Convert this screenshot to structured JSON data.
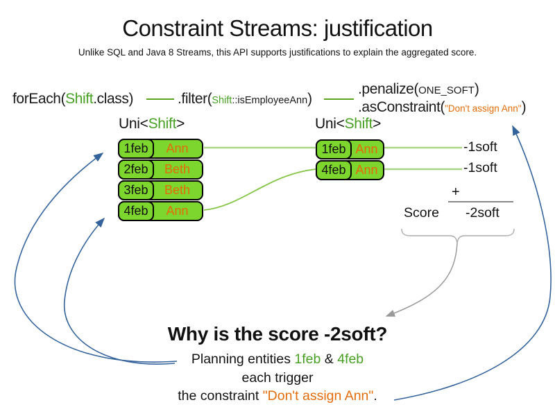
{
  "title": "Constraint Streams: justification",
  "subtitle": "Unlike SQL and Java 8 Streams, this API supports justifications to explain the aggregated score.",
  "colors": {
    "code_green": "#47a024",
    "orange": "#e36c0a",
    "box_fill": "#7cd62e",
    "box_border": "#000000",
    "stream_connector_green": "#a9d584",
    "code_connector_green": "#5aa41e",
    "arrow_blue": "#34639c",
    "arrow_gray": "#999999"
  },
  "code": {
    "foreach": {
      "pre": "forEach(",
      "class_name": "Shift",
      "post": ".class)"
    },
    "filter": {
      "pre": ".filter(",
      "arg_class": "Shift",
      "arg_rest": "::isEmployeeAnn",
      "post": ")"
    },
    "penalize": {
      "pre": ".penalize(",
      "arg": "ONE_SOFT",
      "post": ")"
    },
    "as_constraint": {
      "pre": ".asConstraint(",
      "arg": "\"Don't assign Ann\"",
      "post": ")"
    }
  },
  "left_stream": {
    "header": {
      "pre": "Uni<",
      "type": "Shift",
      "post": ">"
    },
    "rows": [
      {
        "date": "1feb",
        "employee": "Ann"
      },
      {
        "date": "2feb",
        "employee": "Beth"
      },
      {
        "date": "3feb",
        "employee": "Beth"
      },
      {
        "date": "4feb",
        "employee": "Ann"
      }
    ]
  },
  "right_stream": {
    "header": {
      "pre": "Uni<",
      "type": "Shift",
      "post": ">"
    },
    "rows": [
      {
        "date": "1feb",
        "employee": "Ann"
      },
      {
        "date": "4feb",
        "employee": "Ann"
      }
    ]
  },
  "score_panel": {
    "penalties": [
      "-1soft",
      "-1soft"
    ],
    "plus": "+",
    "score_label": "Score",
    "total": "-2soft"
  },
  "explanation": {
    "heading": "Why is the score -2soft?",
    "line1_pre": "Planning entities ",
    "entity1": "1feb",
    "amp": " & ",
    "entity2": "4feb",
    "line2": "each trigger",
    "line3_pre": "the constraint ",
    "constraint": "\"Don't assign Ann\"",
    "line3_post": "."
  }
}
